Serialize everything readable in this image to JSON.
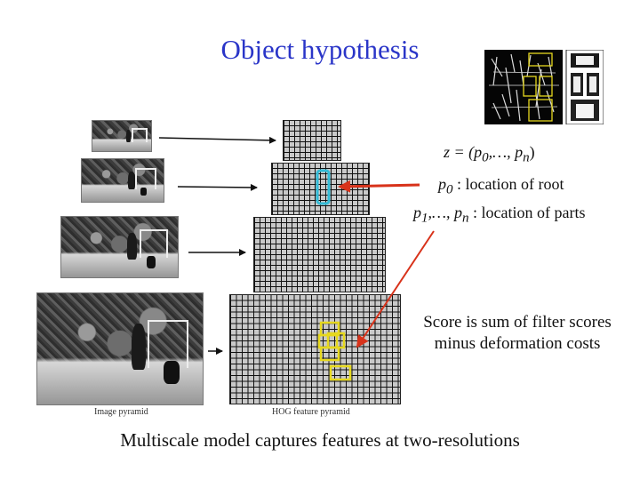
{
  "title": "Object hypothesis",
  "captions": {
    "image_pyramid": "Image pyramid",
    "hog_pyramid": "HOG feature pyramid"
  },
  "formula": {
    "z": "z = (p",
    "z_sub0": "0",
    "z_mid": ",…, p",
    "z_subn": "n",
    "z_end": ")",
    "p0_var": "p",
    "p0_sub": "0",
    "p0_text": " : location of root",
    "pn_var1": "p",
    "pn_sub1": "1",
    "pn_mid": ",…, p",
    "pn_sub2": "n",
    "pn_text": " : location of parts"
  },
  "score_text": "Score is sum of filter scores minus deformation costs",
  "bottom_text": "Multiscale model captures features at two-resolutions",
  "colors": {
    "title": "#2a35c8",
    "root_box": "#33bbd6",
    "part_box": "#e6d81e",
    "arrow_red": "#d8321a",
    "arrow_black": "#111111"
  }
}
